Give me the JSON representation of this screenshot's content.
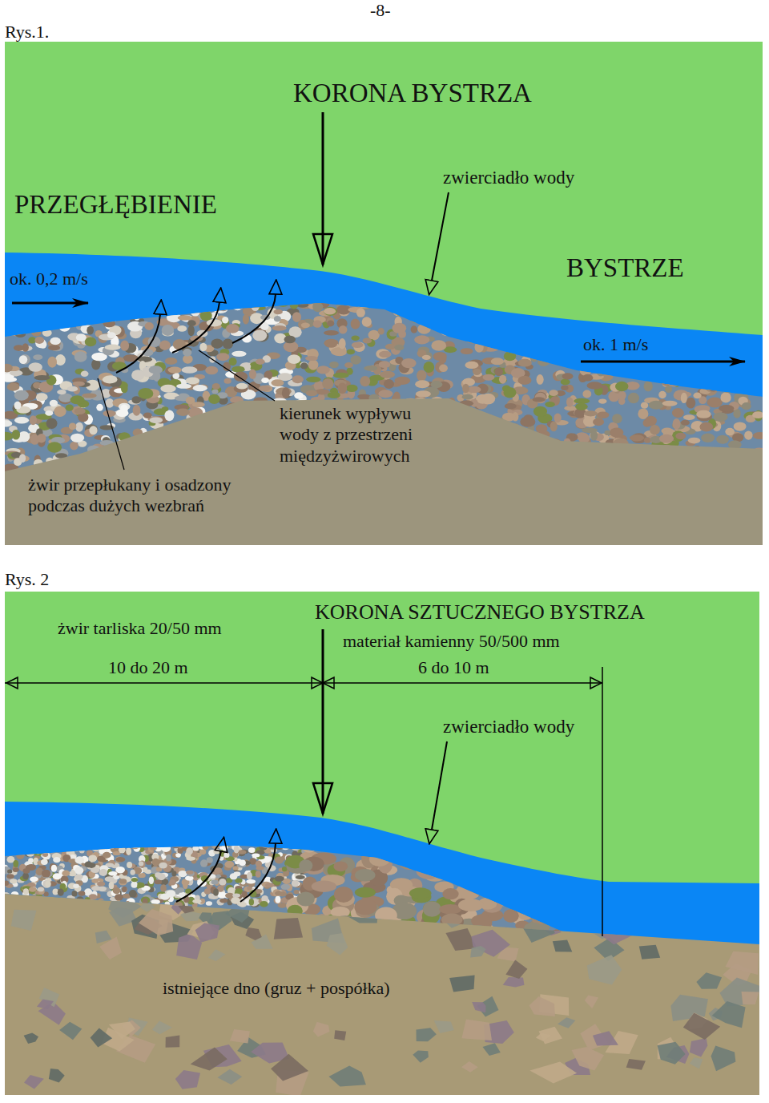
{
  "diagram": {
    "labels": [
      "-8-",
      "Rys.1.",
      "KORONA BYSTRZA",
      "zwierciadło wody",
      "PRZEGŁĘBIENIE",
      "ok. 0,2 m/s",
      "BYSTRZE",
      "ok. 1 m/s",
      "kierunek wypływu wody z przestrzeni międzyżwirowych",
      "żwir przepłukany i osadzony podczas dużych wezbrań",
      "Rys. 2",
      "KORONA SZTUCZNEGO BYSTRZA",
      "żwir tarliska 20/50 mm",
      "materiał kamienny 50/500 mm",
      "10 do 20 m",
      "6 do 10 m",
      "zwierciadło wody",
      "istniejące dno (gruz + pospółka)"
    ]
  }
}
